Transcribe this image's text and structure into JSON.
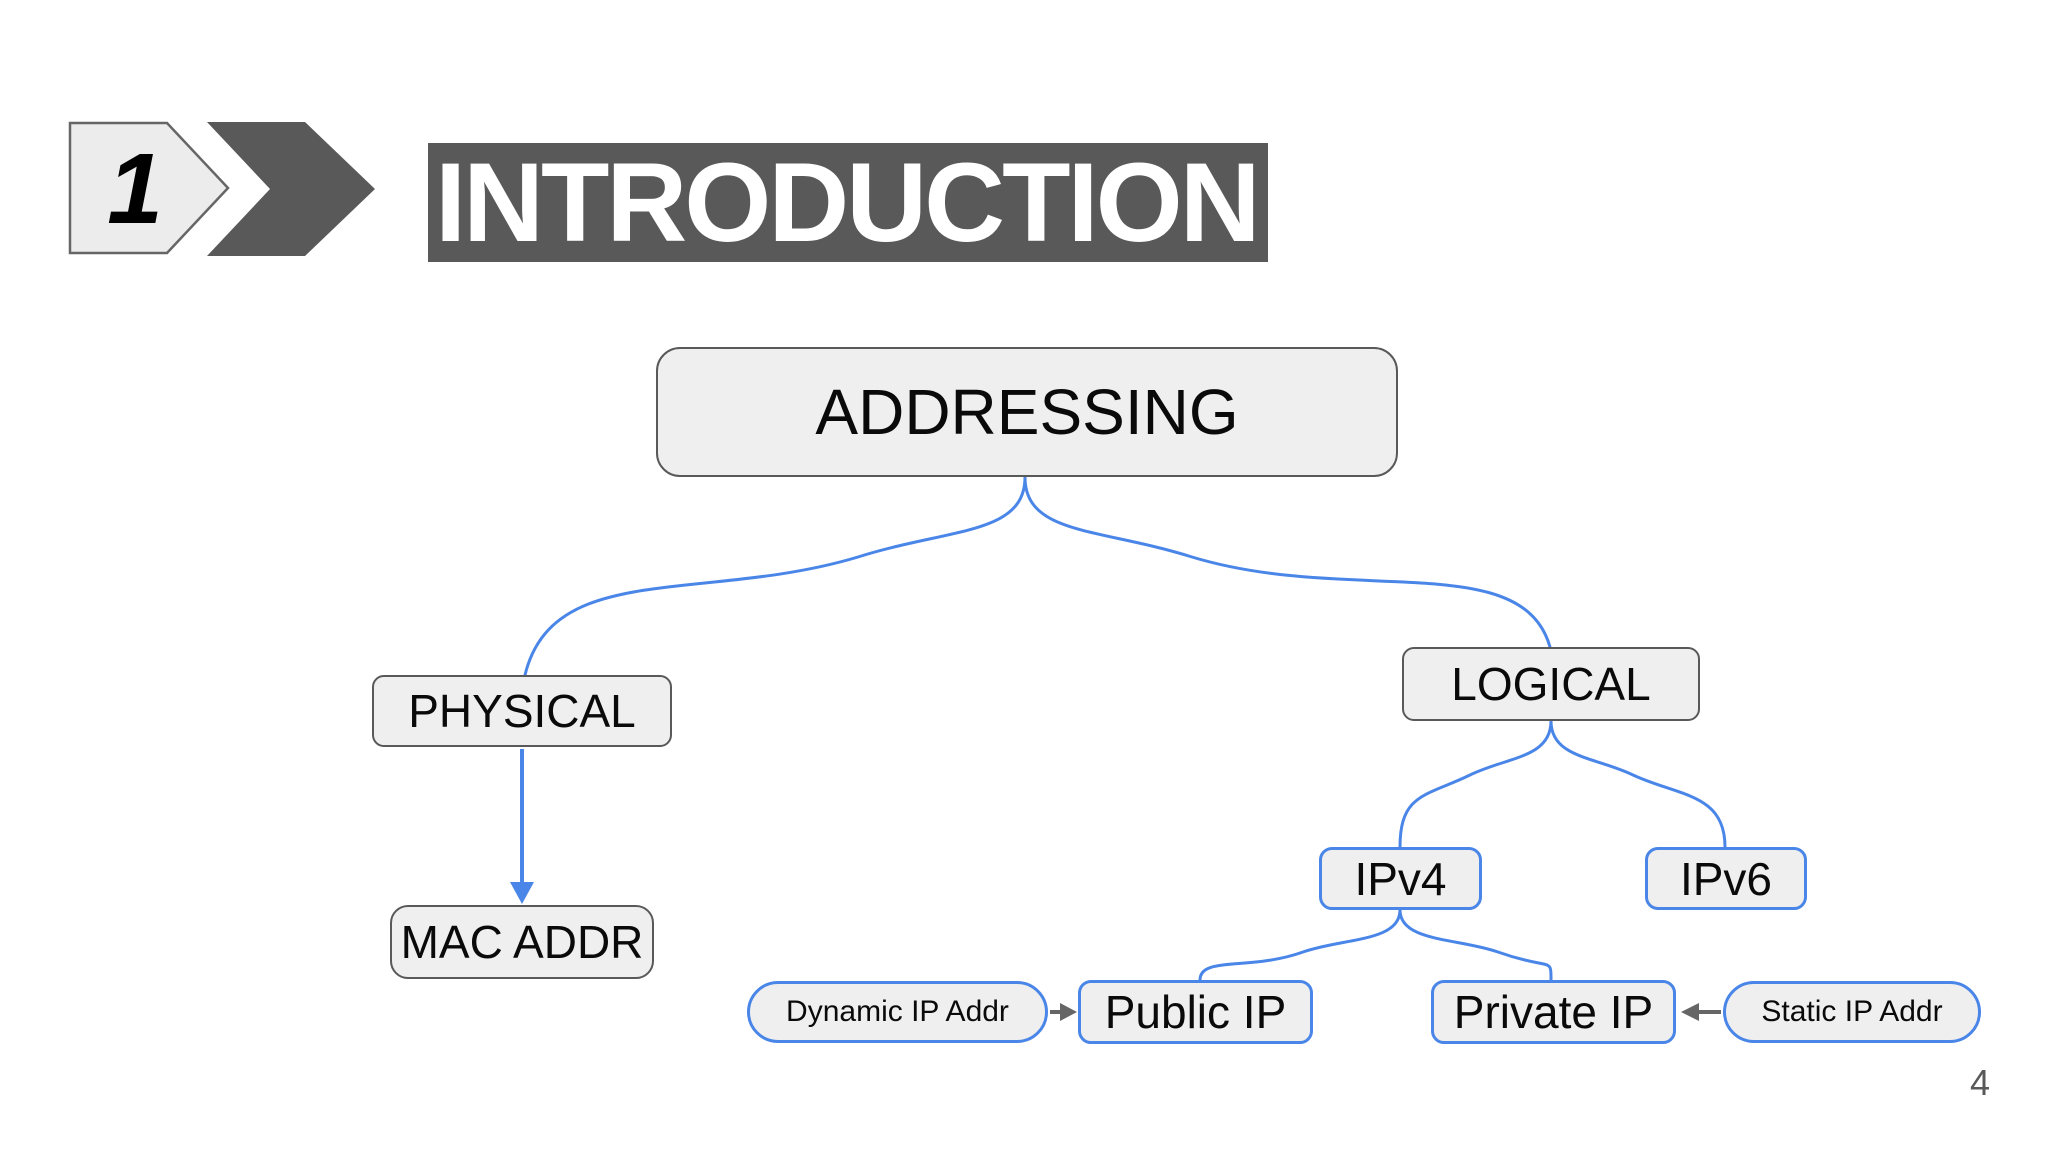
{
  "slide": {
    "step_number": "1",
    "title": "INTRODUCTION",
    "page_number": "4"
  },
  "diagram": {
    "nodes": {
      "addressing": "ADDRESSING",
      "physical": "PHYSICAL",
      "mac_addr": "MAC ADDR",
      "logical": "LOGICAL",
      "ipv4": "IPv4",
      "ipv6": "IPv6",
      "public_ip": "Public IP",
      "private_ip": "Private IP",
      "dynamic_ip": "Dynamic IP Addr",
      "static_ip": "Static IP Addr"
    },
    "edges": [
      {
        "from": "ADDRESSING",
        "to": "PHYSICAL",
        "style": "curve"
      },
      {
        "from": "ADDRESSING",
        "to": "LOGICAL",
        "style": "curve"
      },
      {
        "from": "PHYSICAL",
        "to": "MAC ADDR",
        "style": "arrow-down"
      },
      {
        "from": "LOGICAL",
        "to": "IPv4",
        "style": "curve"
      },
      {
        "from": "LOGICAL",
        "to": "IPv6",
        "style": "curve"
      },
      {
        "from": "IPv4",
        "to": "Public IP",
        "style": "curve"
      },
      {
        "from": "IPv4",
        "to": "Private IP",
        "style": "curve"
      },
      {
        "from": "Dynamic IP Addr",
        "to": "Public IP",
        "style": "arrow-right"
      },
      {
        "from": "Static IP Addr",
        "to": "Private IP",
        "style": "arrow-left"
      }
    ],
    "colors": {
      "node_fill": "#efefef",
      "gray_border": "#595959",
      "blue": "#4a86e8",
      "banner_bg": "#595959",
      "arrow_gray": "#666666",
      "text": "#0a0a0a",
      "page_number_color": "#595959"
    }
  }
}
